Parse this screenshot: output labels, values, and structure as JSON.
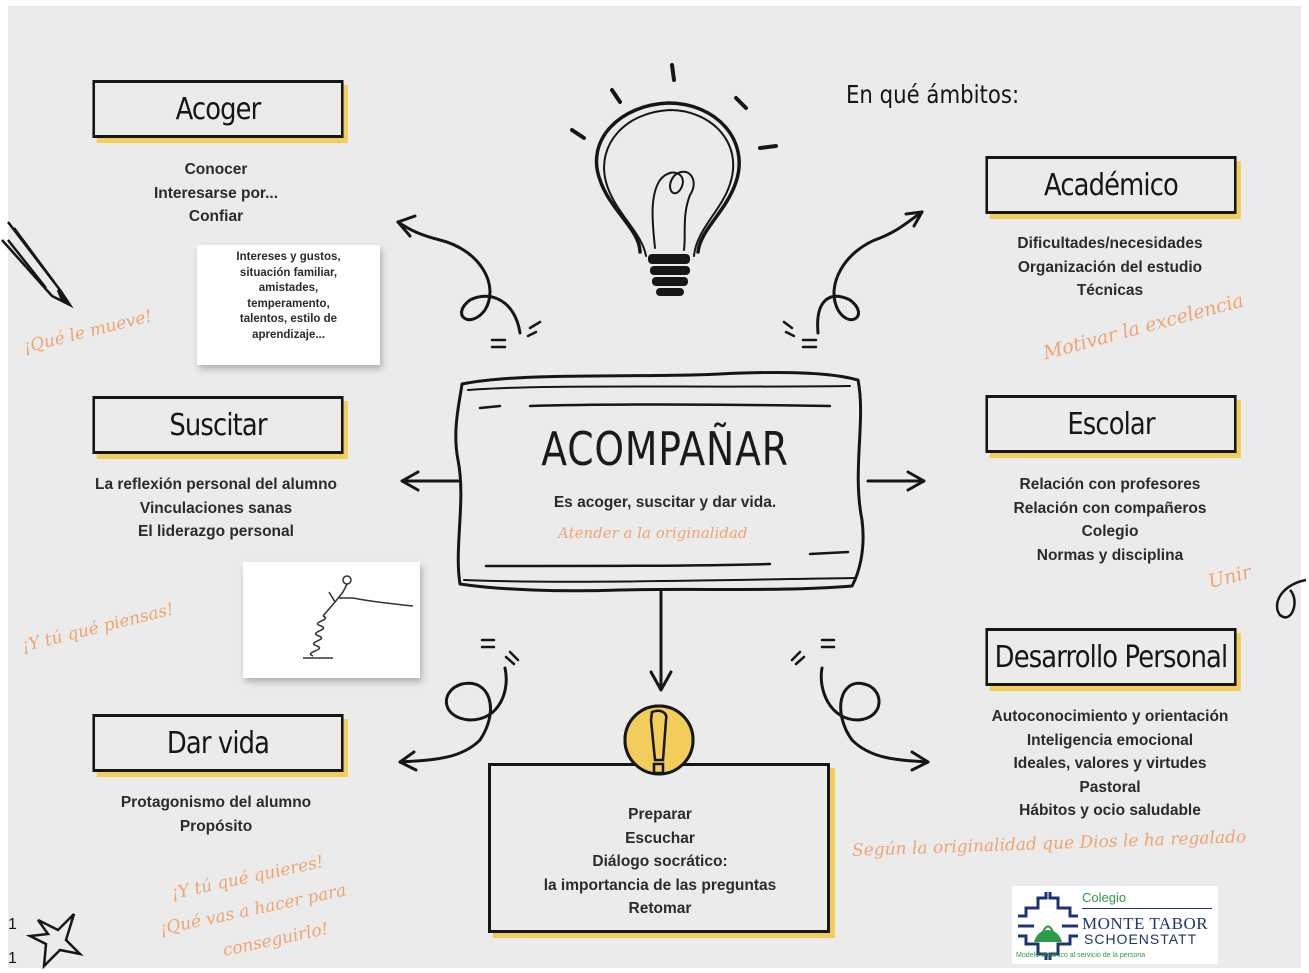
{
  "header": "En qué ámbitos:",
  "center": {
    "title": "ACOMPAÑAR",
    "subtitle": "Es acoger, suscitar y dar vida.",
    "script": "Atender a la originalidad"
  },
  "left_boxes": [
    {
      "title": "Acoger",
      "items": [
        "Conocer",
        "Interesarse por...",
        "Confiar"
      ]
    },
    {
      "title": "Suscitar",
      "items": [
        "La reflexión personal del alumno",
        "Vinculaciones sanas",
        "El liderazgo personal"
      ]
    },
    {
      "title": "Dar vida",
      "items": [
        "Protagonismo del alumno",
        "Propósito"
      ]
    }
  ],
  "right_boxes": [
    {
      "title": "Académico",
      "items": [
        "Dificultades/necesidades",
        "Organización del estudio",
        "Técnicas"
      ]
    },
    {
      "title": "Escolar",
      "items": [
        "Relación con profesores",
        "Relación con compañeros",
        "Colegio",
        "Normas y disciplina"
      ]
    },
    {
      "title": "Desarrollo Personal",
      "items": [
        "Autoconocimiento y orientación",
        "Inteligencia emocional",
        "Ideales, valores y virtudes",
        "Pastoral",
        "Hábitos y ocio saludable"
      ]
    }
  ],
  "note_acoger": [
    "Intereses  y gustos,",
    "situación familiar,",
    "amistades,",
    "temperamento,",
    "talentos, estilo de",
    "aprendizaje..."
  ],
  "bottom_box": {
    "items": [
      "Preparar",
      "Escuchar",
      "Diálogo socrático:",
      "la importancia de las preguntas",
      "Retomar"
    ]
  },
  "script_notes": {
    "que_le_mueve": "¡Qué le mueve!",
    "y_tu_que_piensas": "¡Y tú qué piensas!",
    "y_tu_que_quieres": "¡Y tú qué quieres!",
    "que_vas_a_hacer": "¡Qué vas a hacer para",
    "conseguirlo": "conseguirlo!",
    "motivar": "Motivar la excelencia",
    "unir": "Unir",
    "segun": "Según la originalidad que Dios le ha regalado"
  },
  "logo": {
    "colegio": "Colegio",
    "name1": "MONTE TABOR",
    "name2": "SCHOENSTATT",
    "tagline": "Modelo orgánico al servicio de la persona"
  },
  "corner_marks": [
    "1",
    "1"
  ],
  "colors": {
    "accent_yellow": "#f2cd5a",
    "script_orange": "#f0a470",
    "ink": "#161616",
    "logo_green": "#2e9a48",
    "logo_navy": "#1e3470",
    "background": "#ebebeb"
  }
}
